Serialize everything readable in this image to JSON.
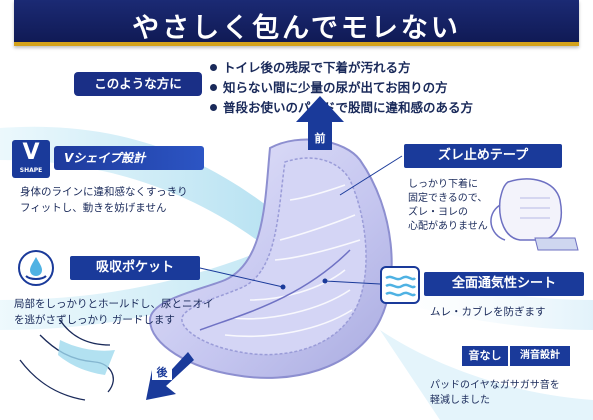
{
  "banner": {
    "title": "やさしく包んでモレない"
  },
  "intro": {
    "label": "このような方に",
    "bullets": [
      "トイレ後の残尿で下着が汚れる方",
      "知らない間に少量の尿が出てお困りの方",
      "普段お使いのパッドで股間に違和感のある方"
    ]
  },
  "features": {
    "vshape": {
      "badge_letter": "V",
      "badge_caption": "SHAPE",
      "title": "Vシェイプ設計",
      "desc_line1": "身体のラインに違和感なくすっきり",
      "desc_line2": "フィットし、動きを妨げません"
    },
    "pocket": {
      "title": "吸収ポケット",
      "desc_line1": "局部をしっかりとホールドし、尿とニオイ",
      "desc_line2": "を逃がさずしっかり ガードします"
    },
    "zure": {
      "title": "ズレ止めテープ",
      "desc_line1": "しっかり下着に",
      "desc_line2": "固定できるので、",
      "desc_line3": "ズレ・ヨレの",
      "desc_line4": "心配がありません"
    },
    "breathable": {
      "title": "全面通気性シート",
      "desc": "ムレ・カブレを防ぎます"
    },
    "quiet": {
      "tag1": "音なし",
      "tag2": "消音設計",
      "desc_line1": "パッドのイヤなガサガサ音を",
      "desc_line2": "軽減しました"
    }
  },
  "arrows": {
    "front": "前",
    "back": "後"
  },
  "icons": [
    "v-shape-badge-icon",
    "pocket-droplet-icon",
    "air-wave-icon",
    "pad-illustration",
    "front-arrow-icon",
    "back-arrow-icon"
  ],
  "colors": {
    "navy": "#1a3a9a",
    "banner": "#101a55",
    "gold": "#d4a21a",
    "pad": "#c7c8ee",
    "swoosh": "#bfe6f4"
  }
}
